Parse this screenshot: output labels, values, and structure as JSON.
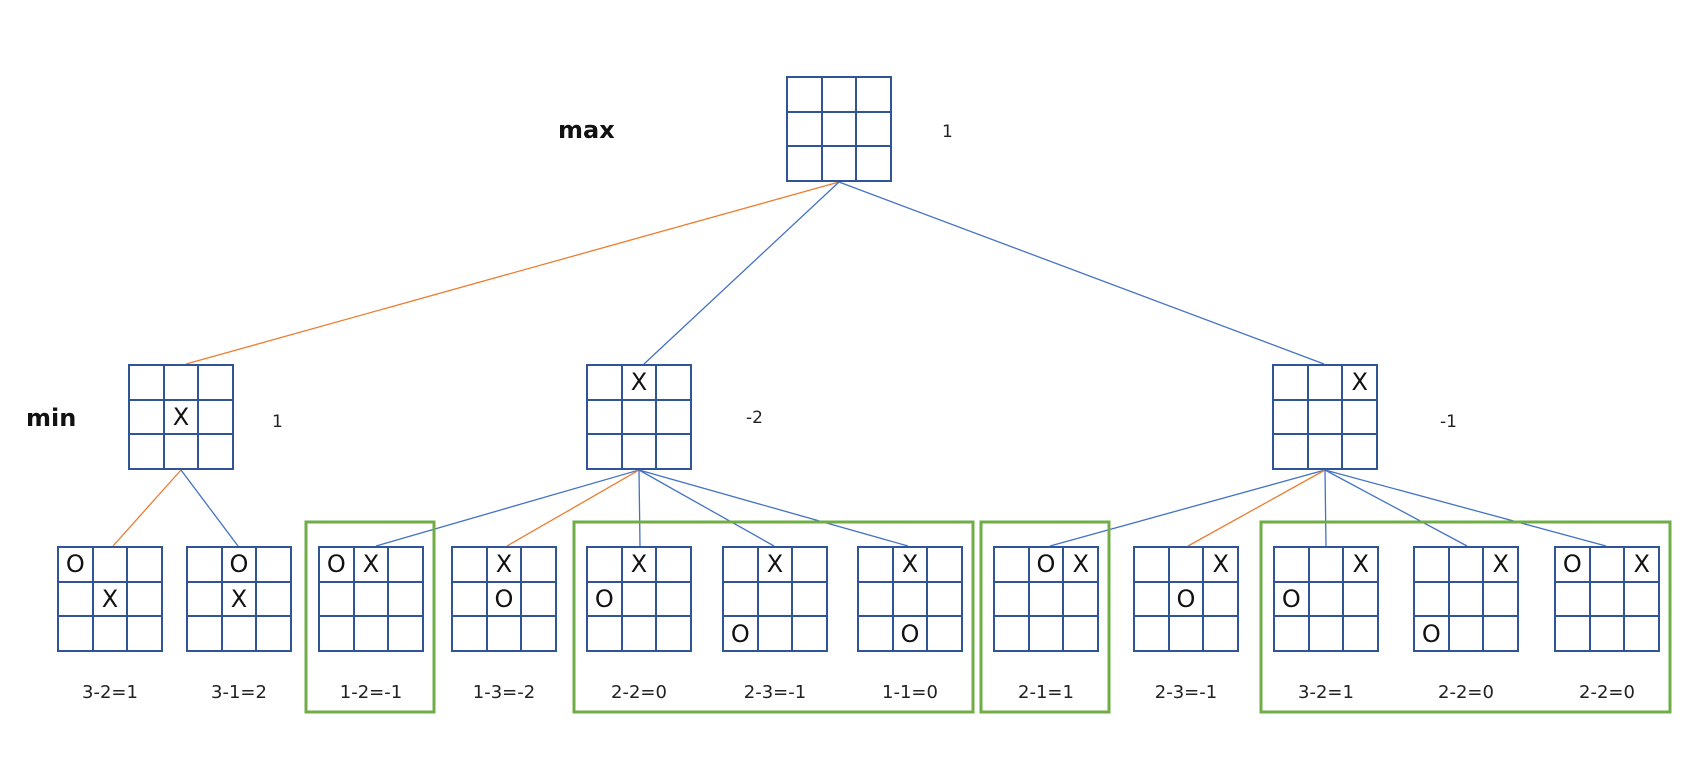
{
  "level_labels": {
    "max": "max",
    "min": "min"
  },
  "edge_colors": {
    "best": "#ed7d31",
    "normal": "#4472c4"
  },
  "highlight_color": "#70ad47",
  "board_color": "#2f5597",
  "root": {
    "value": "1",
    "cells": [
      "",
      "",
      "",
      "",
      "",
      "",
      "",
      "",
      ""
    ]
  },
  "level1": [
    {
      "value": "1",
      "cells": [
        "",
        "",
        "",
        "",
        "X",
        "",
        "",
        "",
        ""
      ]
    },
    {
      "value": "-2",
      "cells": [
        "",
        "X",
        "",
        "",
        "",
        "",
        "",
        "",
        ""
      ]
    },
    {
      "value": "-1",
      "cells": [
        "",
        "",
        "X",
        "",
        "",
        "",
        "",
        "",
        ""
      ]
    }
  ],
  "leaves": [
    {
      "parent": 0,
      "score": "3-2=1",
      "cells": [
        "O",
        "",
        "",
        "",
        "X",
        "",
        "",
        "",
        ""
      ]
    },
    {
      "parent": 0,
      "score": "3-1=2",
      "cells": [
        "",
        "O",
        "",
        "",
        "X",
        "",
        "",
        "",
        ""
      ]
    },
    {
      "parent": 1,
      "score": "1-2=-1",
      "cells": [
        "O",
        "X",
        "",
        "",
        "",
        "",
        "",
        "",
        ""
      ]
    },
    {
      "parent": 1,
      "score": "1-3=-2",
      "cells": [
        "",
        "X",
        "",
        "",
        "O",
        "",
        "",
        "",
        ""
      ]
    },
    {
      "parent": 1,
      "score": "2-2=0",
      "cells": [
        "",
        "X",
        "",
        "O",
        "",
        "",
        "",
        "",
        ""
      ]
    },
    {
      "parent": 1,
      "score": "2-3=-1",
      "cells": [
        "",
        "X",
        "",
        "",
        "",
        "",
        "O",
        "",
        ""
      ]
    },
    {
      "parent": 1,
      "score": "1-1=0",
      "cells": [
        "",
        "X",
        "",
        "",
        "",
        "",
        "",
        "O",
        ""
      ]
    },
    {
      "parent": 2,
      "score": "2-1=1",
      "cells": [
        "",
        "O",
        "X",
        "",
        "",
        "",
        "",
        "",
        ""
      ]
    },
    {
      "parent": 2,
      "score": "2-3=-1",
      "cells": [
        "",
        "",
        "X",
        "",
        "O",
        "",
        "",
        "",
        ""
      ]
    },
    {
      "parent": 2,
      "score": "3-2=1",
      "cells": [
        "",
        "",
        "X",
        "O",
        "",
        "",
        "",
        "",
        ""
      ]
    },
    {
      "parent": 2,
      "score": "2-2=0",
      "cells": [
        "",
        "",
        "X",
        "",
        "",
        "",
        "O",
        "",
        ""
      ]
    },
    {
      "parent": 2,
      "score": "2-2=0",
      "cells": [
        "O",
        "",
        "X",
        "",
        "",
        "",
        "",
        "",
        ""
      ]
    }
  ],
  "best_edges": {
    "level1": 0,
    "leaves": [
      0,
      3,
      8
    ]
  },
  "pruned_groups": [
    [
      2
    ],
    [
      4,
      5,
      6
    ],
    [
      7
    ],
    [
      9,
      10,
      11
    ]
  ]
}
